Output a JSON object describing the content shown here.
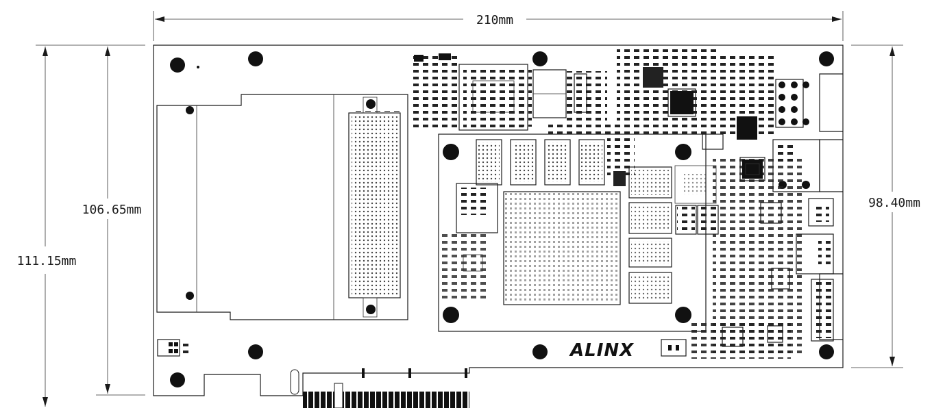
{
  "dimensions": {
    "width": "210mm",
    "inner_height": "106.65mm",
    "outer_height": "111.15mm",
    "right_height": "98.40mm"
  },
  "board": {
    "logo": "ALINX"
  }
}
